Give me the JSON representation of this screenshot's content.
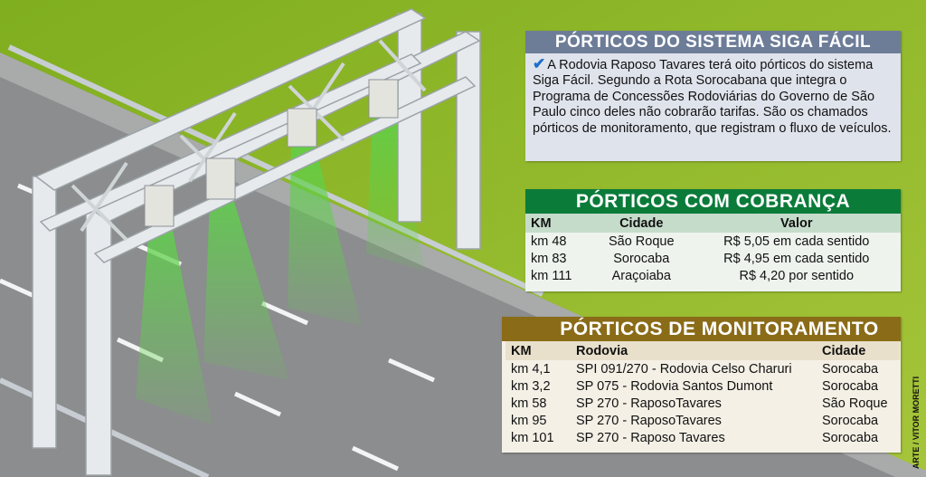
{
  "intro": {
    "title": "PÓRTICOS DO SISTEMA SIGA FÁCIL",
    "icon": "check-icon",
    "text": "A Rodovia Raposo Tavares terá oito pórticos do sistema Siga Fácil. Segundo a Rota Sorocabana que integra o Programa de Concessões Rodoviárias do Governo de São Paulo cinco deles não cobrarão tarifas. São os chamados pórticos de monitoramento, que registram o fluxo de veículos."
  },
  "cobranca": {
    "title": "PÓRTICOS COM COBRANÇA",
    "headers": [
      "KM",
      "Cidade",
      "Valor"
    ],
    "rows": [
      [
        "km 48",
        "São Roque",
        "R$ 5,05 em cada sentido"
      ],
      [
        "km 83",
        "Sorocaba",
        "R$ 4,95 em cada sentido"
      ],
      [
        "km 111",
        "Araçoiaba",
        "R$ 4,20 por sentido"
      ]
    ]
  },
  "monitoramento": {
    "title": "PÓRTICOS DE MONITORAMENTO",
    "headers": [
      "KM",
      "Rodovia",
      "Cidade"
    ],
    "rows": [
      [
        "km 4,1",
        "SPI 091/270 - Rodovia Celso Charuri",
        "Sorocaba"
      ],
      [
        "km 3,2",
        "SP 075 - Rodovia Santos Dumont",
        "Sorocaba"
      ],
      [
        "km 58",
        "SP 270 - RaposoTavares",
        "São Roque"
      ],
      [
        "km 95",
        "SP 270 - RaposoTavares",
        "Sorocaba"
      ],
      [
        "km 101",
        "SP 270 - Raposo Tavares",
        "Sorocaba"
      ]
    ]
  },
  "credit": "ARTE / VITOR MORETTI",
  "colors": {
    "intro_header": "#6d7d98",
    "cobranca_header": "#0b7b3a",
    "monitoramento_header": "#8a6b18",
    "grass": "#8fb526",
    "road": "#8a8c8c"
  }
}
